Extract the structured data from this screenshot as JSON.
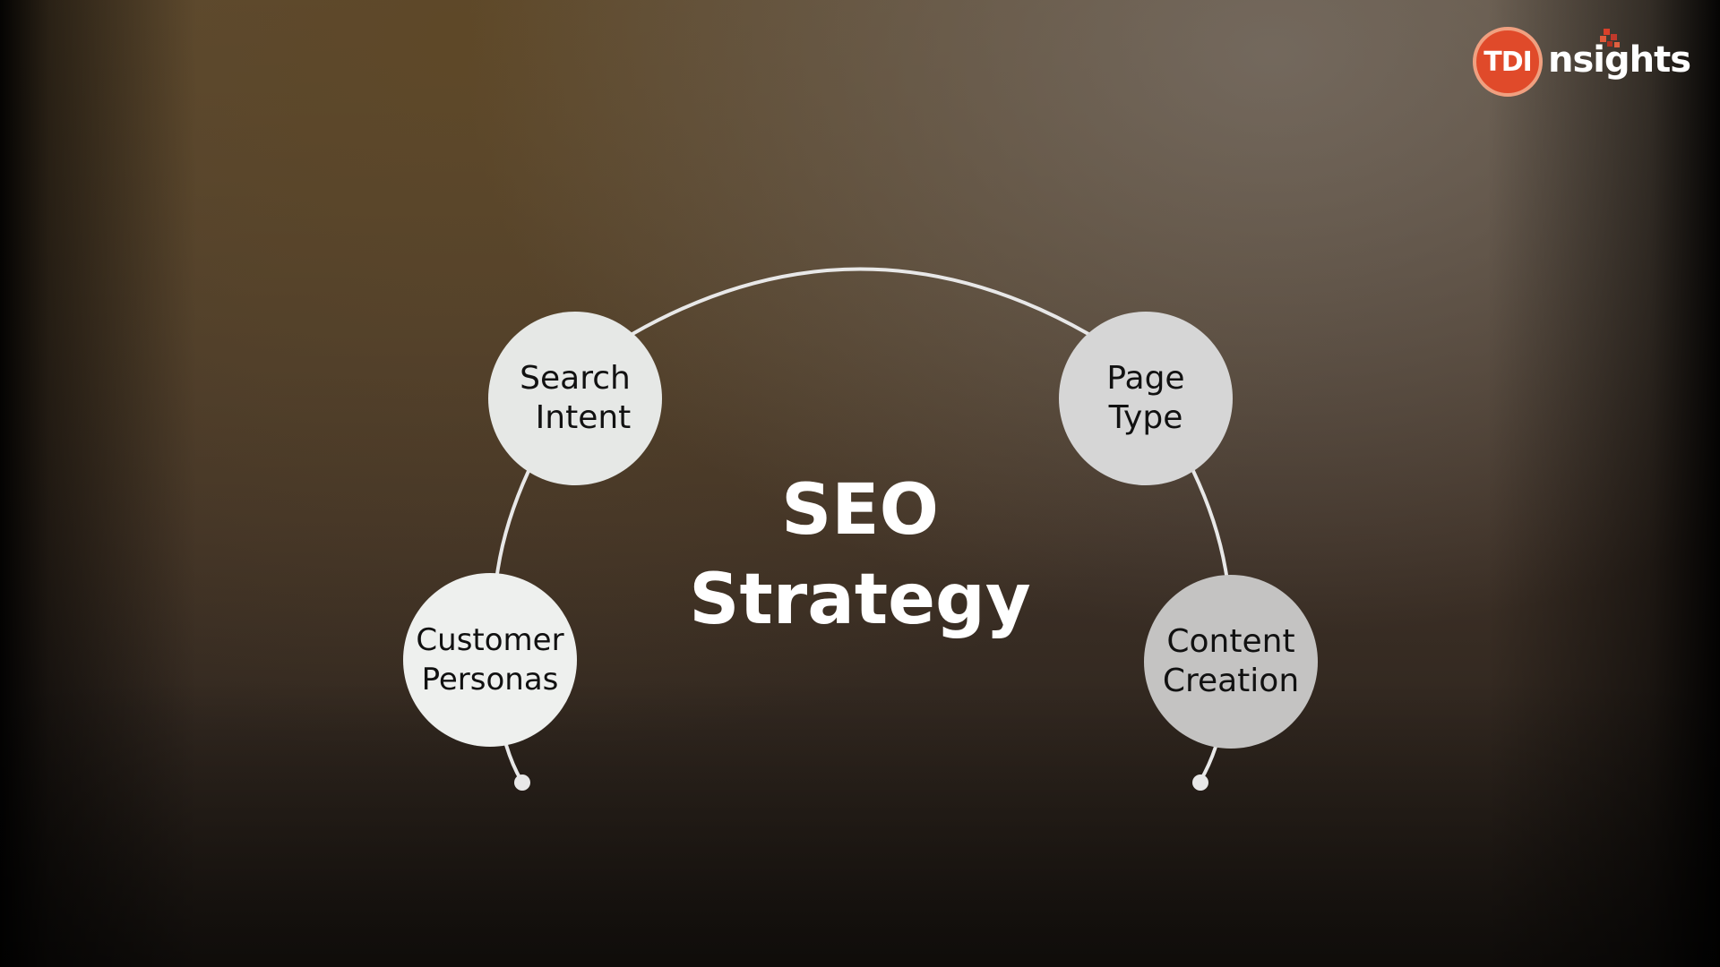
{
  "logo": {
    "badge_text": "TDI",
    "word_text": "nsights",
    "badge_color": "#e04a2a"
  },
  "title": {
    "line1": "SEO",
    "line2": "Strategy"
  },
  "nodes": {
    "search_intent": {
      "line1": "Search",
      "line2": "Intent"
    },
    "page_type": {
      "line1": "Page",
      "line2": "Type"
    },
    "customer_personas": {
      "line1": "Customer",
      "line2": "Personas"
    },
    "content_creation": {
      "line1": "Content",
      "line2": "Creation"
    }
  },
  "colors": {
    "connector": "#e8e8e8",
    "title_text": "#ffffff"
  }
}
